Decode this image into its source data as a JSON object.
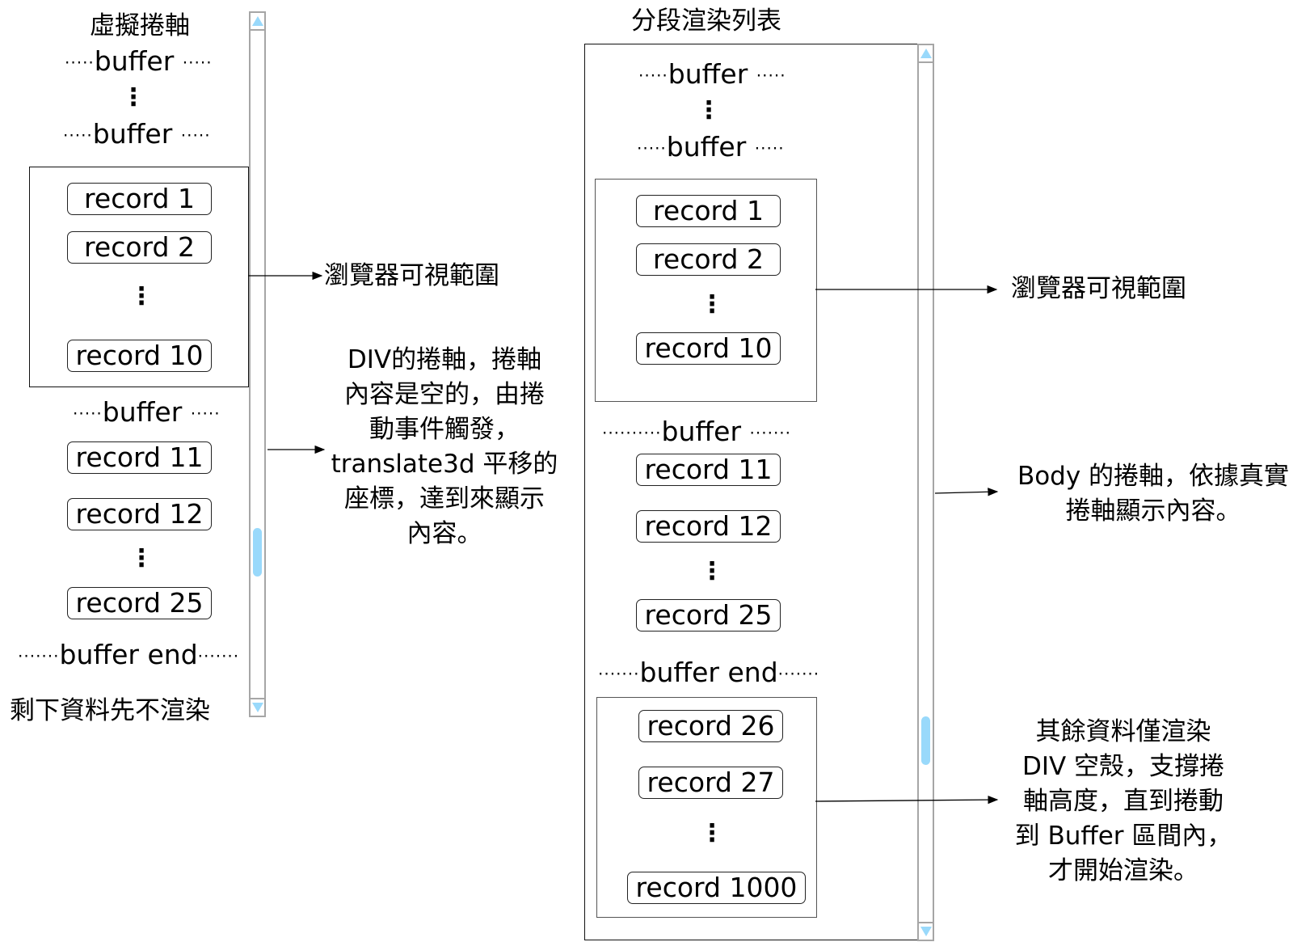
{
  "left_panel": {
    "title": "虛擬捲軸",
    "buffer_top_1": "buffer",
    "buffer_top_2": "buffer",
    "buffer_mid": "buffer",
    "buffer_end": "buffer end",
    "dots_short": "·····",
    "dots_long": "·······",
    "vdots": "⋮",
    "visible_records": [
      "record 1",
      "record 2",
      "record 10"
    ],
    "buffer_records": [
      "record 11",
      "record 12",
      "record 25"
    ],
    "footer": "剩下資料先不渲染"
  },
  "left_annotations": {
    "viewport": "瀏覽器可視範圍",
    "div_scroll_lines": [
      "DIV的捲軸，捲軸",
      "內容是空的，由捲",
      "動事件觸發，",
      "translate3d 平移的",
      "座標，達到來顯示",
      "內容。"
    ]
  },
  "right_panel": {
    "title": "分段渲染列表",
    "buffer_top_1": "buffer",
    "buffer_top_2": "buffer",
    "buffer_mid": "buffer",
    "buffer_end": "buffer end",
    "dots_short": "·····",
    "dots_long": "··········",
    "dots_mid": "·······",
    "vdots": "⋮",
    "visible_records": [
      "record 1",
      "record 2",
      "record 10"
    ],
    "buffer_records": [
      "record 11",
      "record 12",
      "record 25"
    ],
    "rest_records": [
      "record 26",
      "record 27",
      "record 1000"
    ]
  },
  "right_annotations": {
    "viewport": "瀏覽器可視範圍",
    "body_scroll_lines": [
      "Body 的捲軸，依據真實",
      "捲軸顯示內容。"
    ],
    "rest_lines": [
      "其餘資料僅渲染",
      "DIV 空殼，支撐捲",
      "軸高度，直到捲動",
      "到 Buffer 區間內，",
      "才開始渲染。"
    ]
  },
  "scrollbars": {
    "left_thumb_position": 0.73,
    "right_thumb_position": 0.77,
    "arrow_color": "#99d9fb",
    "thumb_color": "#99d9fb"
  }
}
